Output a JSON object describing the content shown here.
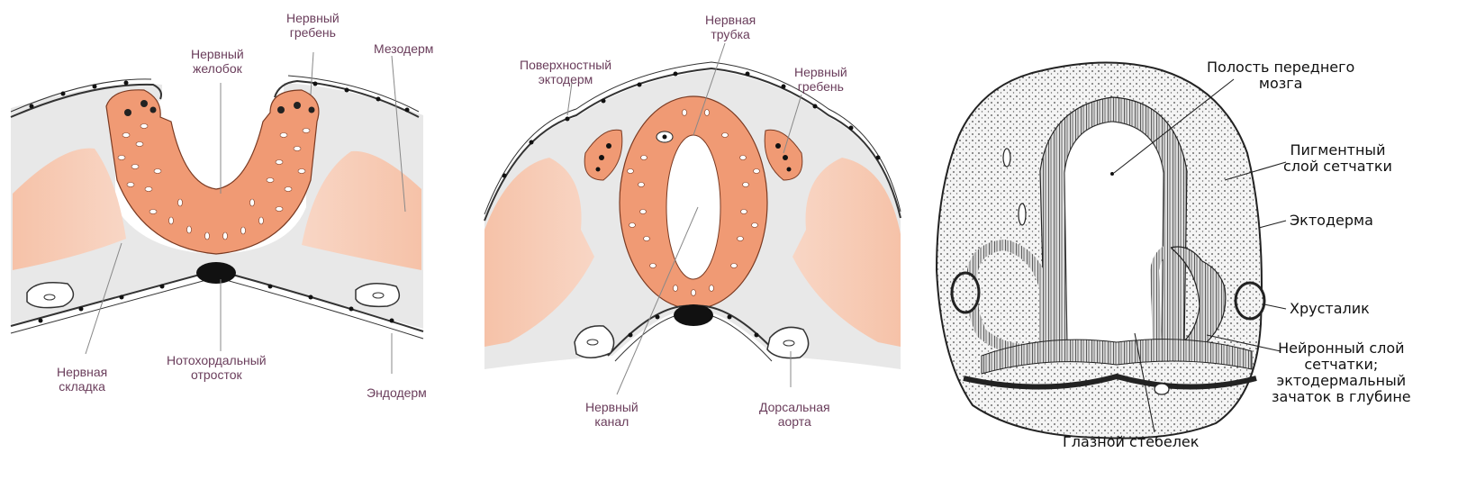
{
  "panel1": {
    "labels": {
      "neural_crest": [
        "Нервный",
        "гребень"
      ],
      "neural_groove": [
        "Нервный",
        "желобок"
      ],
      "mesoderm": [
        "Мезодерм"
      ],
      "neural_fold": [
        "Нервная",
        "складка"
      ],
      "notochord": [
        "Нотохордальный",
        "отросток"
      ],
      "endoderm": [
        "Эндодерм"
      ]
    }
  },
  "panel2": {
    "labels": {
      "neural_tube": [
        "Нервная",
        "трубка"
      ],
      "surface_ectoderm": [
        "Поверхностный",
        "эктодерм"
      ],
      "neural_crest": [
        "Нервный",
        "гребень"
      ],
      "neural_canal": [
        "Нервный",
        "канал"
      ],
      "dorsal_aorta": [
        "Дорсальная",
        "аорта"
      ]
    }
  },
  "panel3": {
    "labels": {
      "forebrain_cavity": [
        "Полость переднего",
        "мозга"
      ],
      "pigment_layer": [
        "Пигментный",
        "слой сетчатки"
      ],
      "ectoderm": [
        "Эктодерма"
      ],
      "lens": [
        "Хрусталик"
      ],
      "neural_layer": [
        "Нейронный слой",
        "сетчатки;",
        "эктодермальный",
        "зачаток в глубине"
      ],
      "optic_stalk": [
        "Глазной стебелек"
      ]
    }
  },
  "colors": {
    "neural_tissue": "#f09a74",
    "mesoderm": "#f7c3ab",
    "background_tissue": "#e6e6e6",
    "ectoderm_line": "#333333",
    "label_purple": "#6a3d5b"
  }
}
